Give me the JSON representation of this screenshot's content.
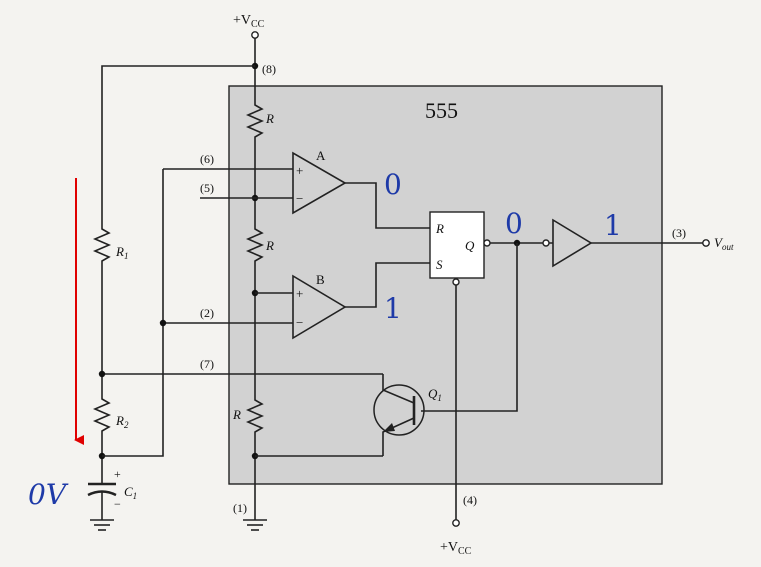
{
  "chip": {
    "name": "555"
  },
  "supply": {
    "top_label": "+V",
    "top_sub": "CC",
    "bottom_label": "+V",
    "bottom_sub": "CC"
  },
  "pins": {
    "p8": "(8)",
    "p6": "(6)",
    "p5": "(5)",
    "p2": "(2)",
    "p7": "(7)",
    "p1": "(1)",
    "p4": "(4)",
    "p3": "(3)"
  },
  "resistors": {
    "r_top": "R",
    "r_mid": "R",
    "r_bot": "R",
    "r1": "R",
    "r1_sub": "1",
    "r2": "R",
    "r2_sub": "2"
  },
  "capacitor": {
    "name": "C",
    "sub": "1",
    "plus": "+",
    "minus": "−"
  },
  "comparators": {
    "a": "A",
    "b": "B",
    "plus": "+",
    "minus": "−"
  },
  "flipflop": {
    "r": "R",
    "s": "S",
    "q": "Q"
  },
  "transistor": {
    "name": "Q",
    "sub": "1"
  },
  "output": {
    "label": "V",
    "sub": "out"
  },
  "annotations": {
    "comp_a_out": "0",
    "comp_b_out": "1",
    "q_out": "0",
    "inverter_out": "1",
    "cap_voltage": "0V"
  },
  "colors": {
    "chip_fill": "#d2d2d2",
    "annotation": "#1e3aa8",
    "arrow": "#e00000"
  }
}
